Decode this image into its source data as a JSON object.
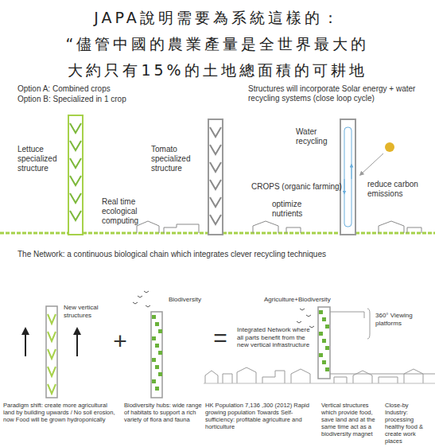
{
  "diagram": {
    "title": "JAPA說明需要為系統這樣的： “儘管中國的農業產量是全世界最大的 大約只有15%的土地總面積的可耕地",
    "labels": [
      "Option A: Combined crops",
      "Option B: Specialized in 1 crop",
      "Lettuce specialized structure",
      "Real time ecological computing",
      "Tomato specialized structure",
      "Structures will incorporate Solar energy + water recycling systems (close loop cycle)",
      "Water recycling",
      "CROPS (organic farming)",
      "optimize nutrients",
      "reduce carbon emissions",
      "The Network:  a continuous biological chain which integrates clever recycling techniques",
      "New vertical structures",
      "Paradigm shift: create more agricultural land by building upwards / No soil erosion, now Food will be grown hydroponically",
      "+",
      "Biodiversity",
      "Biodiversity hubs: wide range of habitats to support a rich variety of flora and fauna",
      "=",
      "Agriculture+Biodiversity",
      "Integrated Network where all parts benefit from the new vertical infrastructure",
      "360° Viewing platforms",
      "HK Population 7,136 ,300 (2012) Rapid growing population Towards Self-sufficiency: profitable agriculture and horticulture",
      "Vertical structures which provide food, save land and at the same time act as a biodiversity magnet",
      "Close-by Industry: processing healthy food & create work places"
    ]
  }
}
